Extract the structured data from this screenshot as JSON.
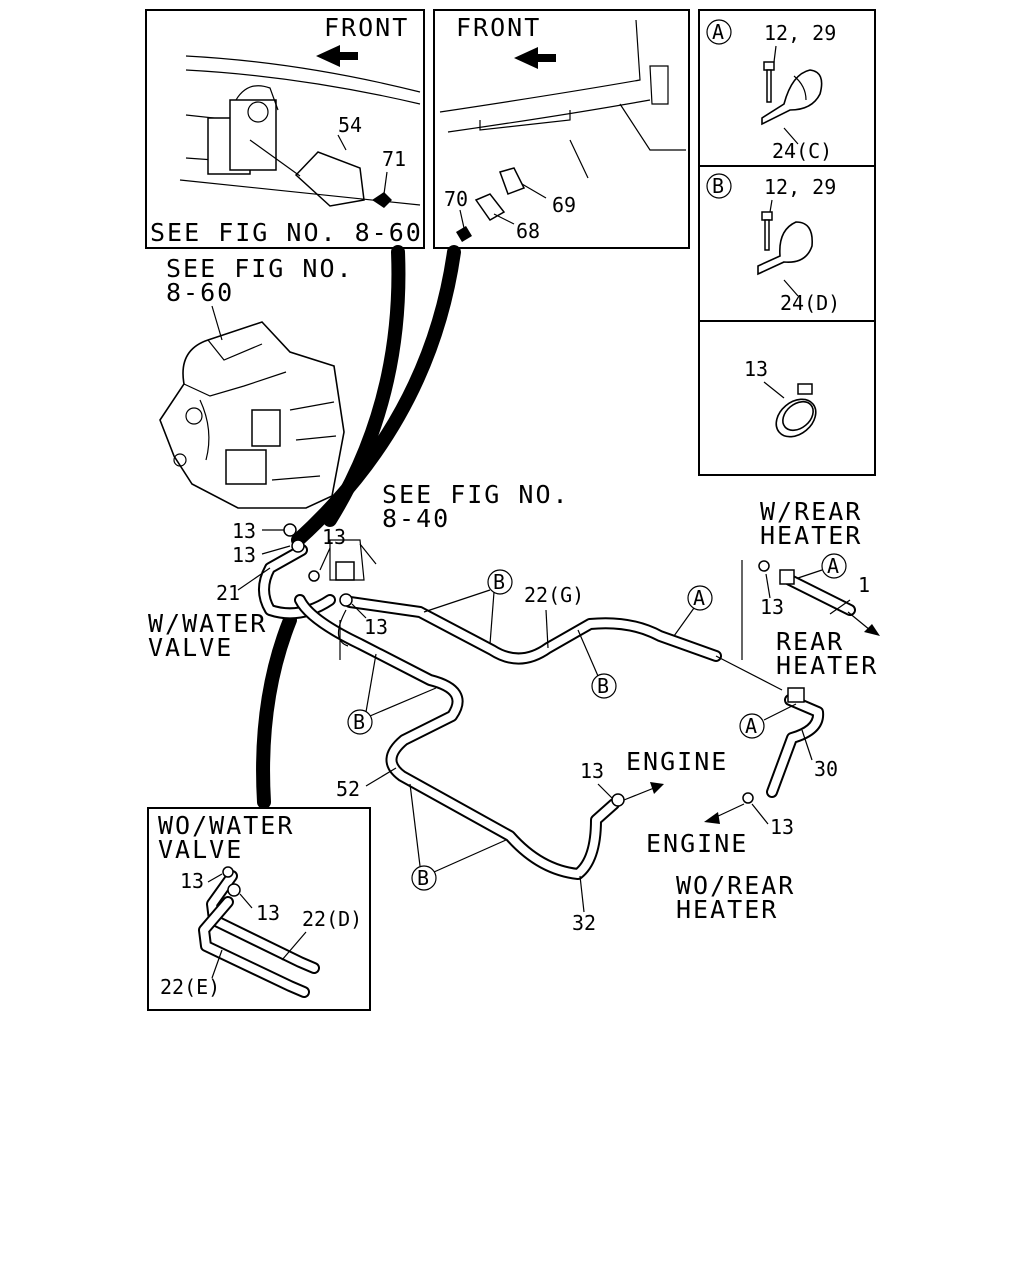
{
  "colors": {
    "line": "#000000",
    "background": "#ffffff"
  },
  "panels": {
    "top_left": {
      "direction": "FRONT",
      "see_fig": "SEE FIG NO. 8-60",
      "parts": [
        "54",
        "71"
      ]
    },
    "top_center": {
      "direction": "FRONT",
      "parts": [
        "70",
        "68",
        "69"
      ]
    },
    "legend_a": {
      "symbol": "A",
      "bolt": "12, 29",
      "clip": "24(C)"
    },
    "legend_b": {
      "symbol": "B",
      "bolt": "12, 29",
      "clip": "24(D)"
    },
    "legend_clamp": {
      "part": "13"
    },
    "wo_water_valve": {
      "title_line1": "WO/WATER",
      "title_line2": "VALVE",
      "parts": [
        "13",
        "13",
        "22(D)",
        "22(E)"
      ]
    }
  },
  "main": {
    "see_fig_heater": {
      "line1": "SEE FIG NO.",
      "line2": "8-60"
    },
    "see_fig_valve": {
      "line1": "SEE FIG NO.",
      "line2": "8-40"
    },
    "w_water_valve": {
      "line1": "W/WATER",
      "line2": "VALVE"
    },
    "w_rear_heater": {
      "line1": "W/REAR",
      "line2": "HEATER"
    },
    "rear_heater": {
      "line1": "REAR",
      "line2": "HEATER"
    },
    "wo_rear_heater": {
      "line1": "WO/REAR",
      "line2": "HEATER"
    },
    "engine_1": "ENGINE",
    "engine_2": "ENGINE",
    "parts": {
      "p13a": "13",
      "p13b": "13",
      "p13c": "13",
      "p13d": "13",
      "p13e": "13",
      "p13f": "13",
      "p13g": "13",
      "p21": "21",
      "p22g": "22(G)",
      "p1": "1",
      "p30": "30",
      "p52": "52",
      "p32": "32"
    },
    "callouts": {
      "b1": "B",
      "b2": "B",
      "b3": "B",
      "b4": "B",
      "a1": "A",
      "a2": "A",
      "a3": "A"
    }
  }
}
